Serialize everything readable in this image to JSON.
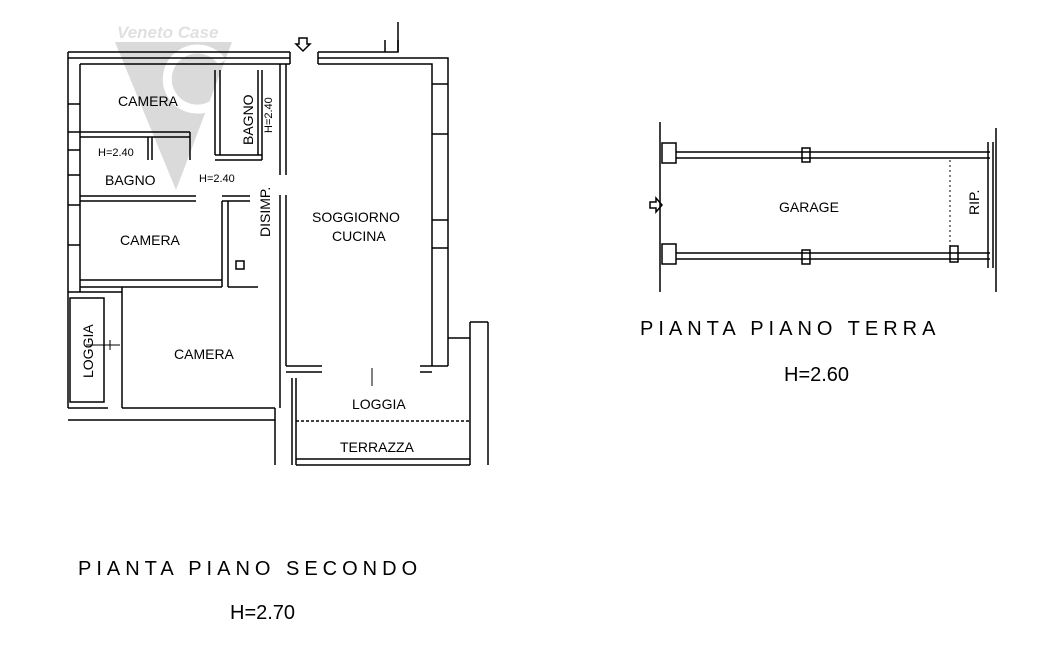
{
  "watermark": {
    "brand": "Veneto Case",
    "color": "#c8c8c8"
  },
  "second_floor": {
    "title": "PIANTA PIANO SECONDO",
    "height": "H=2.70",
    "rooms": {
      "camera_top": "CAMERA",
      "bagno_left": "BAGNO",
      "bagno_left_h": "H=2.40",
      "bagno_right": "BAGNO",
      "bagno_right_h": "H=2.40",
      "disimp": "DISIMP.",
      "disimp_h": "H=2.40",
      "camera_mid": "CAMERA",
      "loggia_left": "LOGGIA",
      "camera_bottom": "CAMERA",
      "soggiorno": "SOGGIORNO",
      "cucina": "CUCINA",
      "loggia_bottom": "LOGGIA",
      "terrazza": "TERRAZZA"
    }
  },
  "ground_floor": {
    "title": "PIANTA PIANO TERRA",
    "height": "H=2.60",
    "rooms": {
      "garage": "GARAGE",
      "rip": "RIP."
    }
  },
  "colors": {
    "wall": "#000000",
    "background": "#ffffff"
  }
}
